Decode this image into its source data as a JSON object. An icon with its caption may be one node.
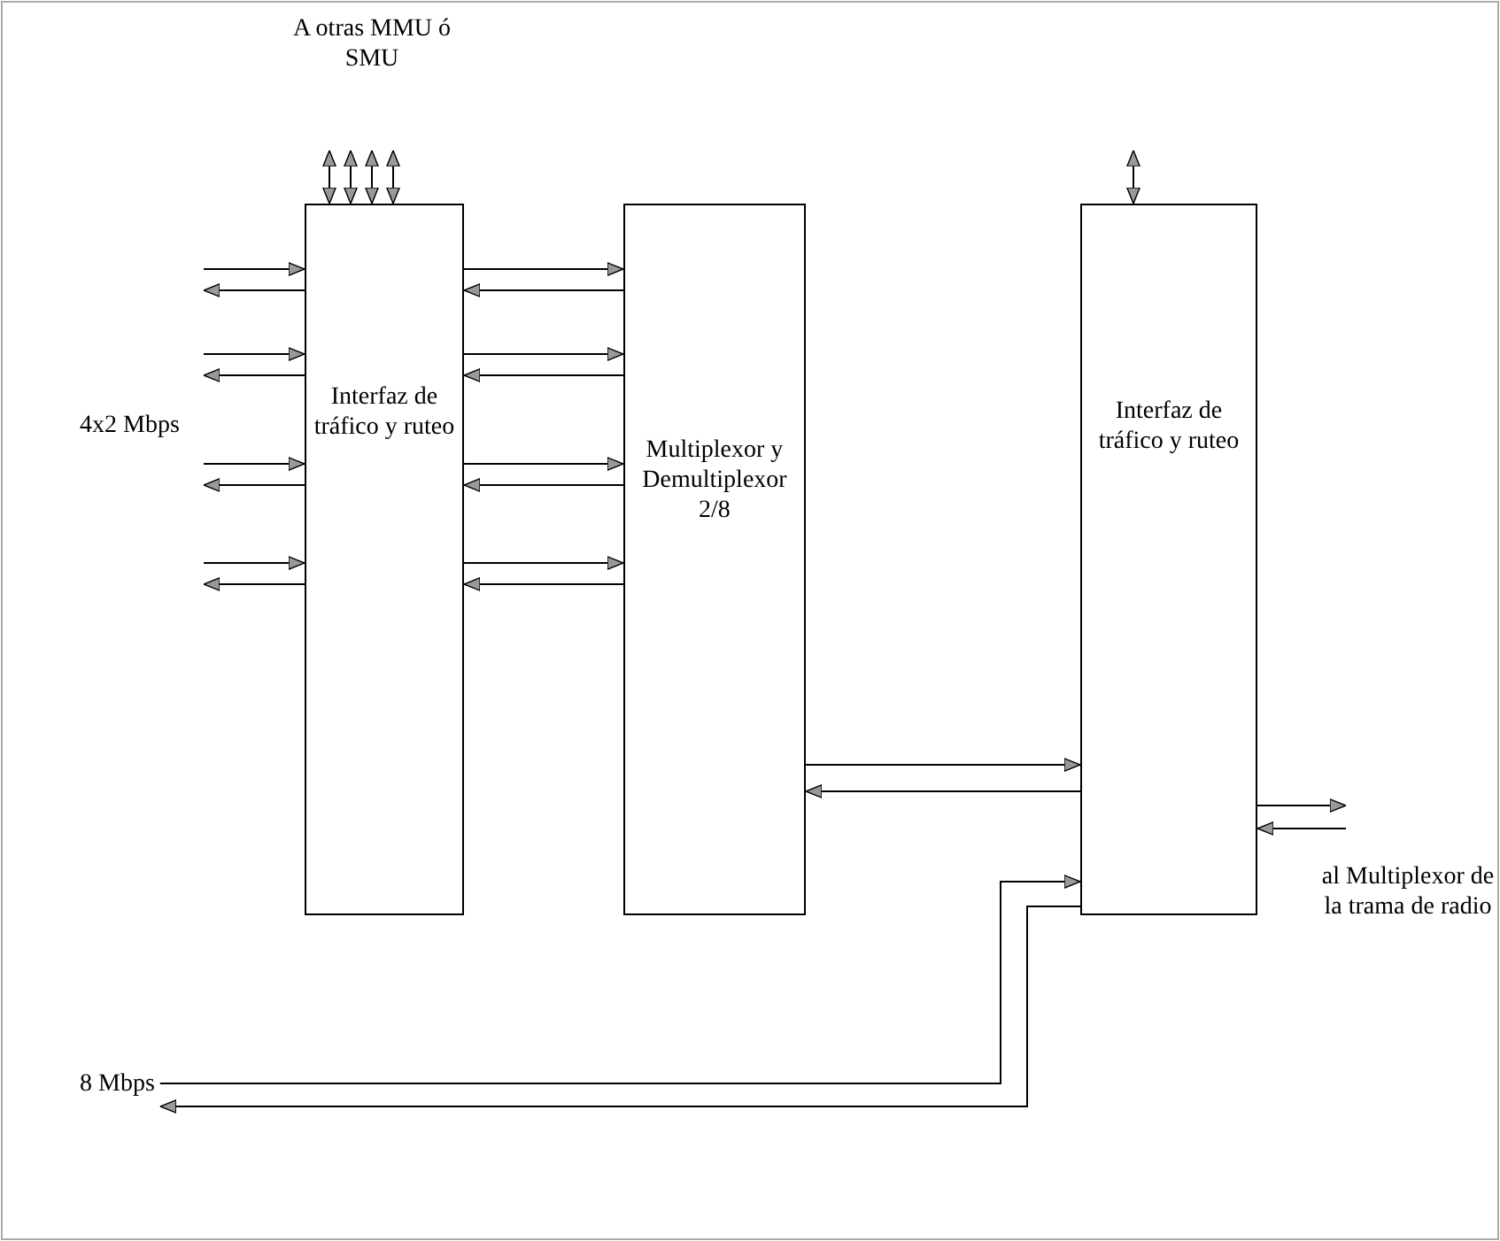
{
  "diagram": {
    "nodes": [
      {
        "text": [
          "Interfaz de tráfico y ruteo"
        ]
      },
      {
        "text": [
          "Multiplexor y Demultiplexor 2/8"
        ]
      },
      {
        "text": [
          "Interfaz de tráfico y ruteo"
        ]
      },
      {
        "text": [
          "8 Mbps"
        ]
      }
    ],
    "edges": [
      {
        "from": null,
        "to": 0,
        "arrow": "both"
      },
      {
        "from": null,
        "to": 0,
        "arrow": "both"
      },
      {
        "from": null,
        "to": 0,
        "arrow": "both"
      },
      {
        "from": null,
        "to": 0,
        "arrow": "both"
      },
      {
        "from": null,
        "to": 2,
        "arrow": "both"
      },
      {
        "from": null,
        "to": 0,
        "arrow": "to"
      },
      {
        "from": 0,
        "to": null,
        "arrow": "to"
      },
      {
        "from": 0,
        "to": 1,
        "arrow": "to"
      },
      {
        "from": 1,
        "to": 0,
        "arrow": "to"
      },
      {
        "from": null,
        "to": 0,
        "arrow": "to"
      },
      {
        "from": 0,
        "to": null,
        "arrow": "to"
      },
      {
        "from": 0,
        "to": 1,
        "arrow": "to"
      },
      {
        "from": 1,
        "to": 0,
        "arrow": "to"
      },
      {
        "from": 1,
        "to": 2,
        "arrow": "to"
      },
      {
        "from": 2,
        "to": 1,
        "arrow": "to"
      },
      {
        "from": 2,
        "to": null,
        "arrow": "to"
      },
      {
        "from": null,
        "to": 2,
        "arrow": "to"
      },
      {
        "from": null,
        "to": 0,
        "arrow": "to"
      },
      {
        "from": 0,
        "to": null,
        "arrow": "to"
      },
      {
        "from": 0,
        "to": 1,
        "arrow": "to"
      },
      {
        "from": 1,
        "to": 0,
        "arrow": "to"
      },
      {
        "from": null,
        "to": 0,
        "arrow": "to"
      },
      {
        "from": 0,
        "to": null,
        "arrow": "to"
      },
      {
        "from": 0,
        "to": 1,
        "arrow": "to"
      },
      {
        "from": 1,
        "to": 0,
        "arrow": "to"
      },
      {
        "from": 3,
        "to": 2,
        "arrow": "to"
      },
      {
        "from": 2,
        "to": 3,
        "arrow": "to"
      }
    ],
    "labels": [
      "A otras MMU ó SMU",
      "4x2 Mbps",
      "al Multiplexor de la trama de radio"
    ]
  }
}
